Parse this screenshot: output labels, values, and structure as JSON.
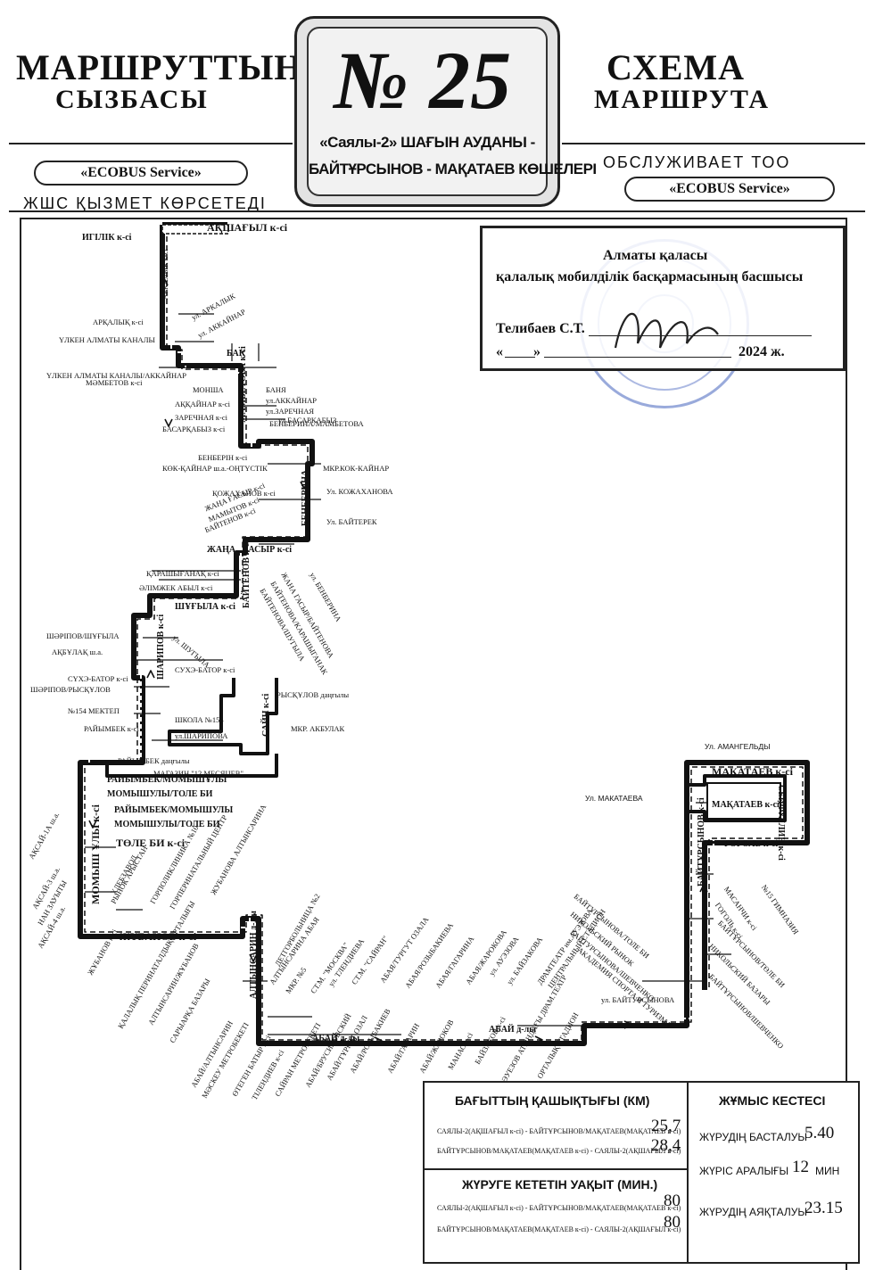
{
  "header": {
    "left_line1": "МАРШРУТТЫҢ",
    "left_line2": "СЫЗБАСЫ",
    "right_line1": "СХЕМА",
    "right_line2": "МАРШРУТА",
    "route_number": "№ 25",
    "route_desc_line1": "«Саялы-2» ШАҒЫН АУДАНЫ -",
    "route_desc_line2": "БАЙТҰРСЫНОВ - МАҚАТАЕВ КӨШЕЛЕРІ",
    "operator_left": "«ECOBUS Service»",
    "operator_left_caption": "ЖШС ҚЫЗМЕТ КӨРСЕТЕДІ",
    "operator_right_caption": "ОБСЛУЖИВАЕТ ТОО",
    "operator_right": "«ECOBUS Service»"
  },
  "approval": {
    "line1": "Алматы қаласы",
    "line2": "қалалық мобилділік басқармасының басшысы",
    "signer": "Телибаев С.Т.",
    "date_open": "«",
    "date_close": "»",
    "year": "2024 ж."
  },
  "map": {
    "labels": [
      {
        "text": "АҚШАҒЫЛ к-сі",
        "style": "bb"
      },
      {
        "text": "ИГІЛІК к-сі",
        "style": "b"
      },
      {
        "text": "ул. АРКАЛЫК",
        "style": ""
      },
      {
        "text": "ул. АККАЙНАР",
        "style": ""
      },
      {
        "text": "АРҚАЛЫҚ к-сі",
        "style": ""
      },
      {
        "text": "АРКАЛЫК к-сі",
        "style": ""
      },
      {
        "text": "ҮЛКЕН АЛМАТЫ КАНАЛЫ",
        "style": ""
      },
      {
        "text": "БАК",
        "style": "b"
      },
      {
        "text": "ҮЛКЕН АЛМАТЫ КАНАЛЫ/АККАЙНАР",
        "style": ""
      },
      {
        "text": "МӘМБЕТОВ к-сі",
        "style": ""
      },
      {
        "text": "МОНША",
        "style": ""
      },
      {
        "text": "БАНЯ",
        "style": ""
      },
      {
        "text": "АҚҚАЙНАР к-сі",
        "style": ""
      },
      {
        "text": "ул.АККАЙНАР",
        "style": ""
      },
      {
        "text": "ЗАРЕЧНАЯ к-сі",
        "style": ""
      },
      {
        "text": "ул.ЗАРЕЧНАЯ",
        "style": ""
      },
      {
        "text": "БАСАРҚАБЫЗ к-сі",
        "style": ""
      },
      {
        "text": "ул.БАСАРКАБЫЗ",
        "style": ""
      },
      {
        "text": "МАМБЕТОВА к-сі",
        "style": "b"
      },
      {
        "text": "БЕНБЕРИНА/МАМБЕТОВА",
        "style": ""
      },
      {
        "text": "БЕНБЕРІН к-сі",
        "style": ""
      },
      {
        "text": "КӨК-ҚАЙНАР ш.а.-ОҢТҮСТІК",
        "style": ""
      },
      {
        "text": "МКР.КОК-КАЙНАР",
        "style": ""
      },
      {
        "text": "ҚОЖАХАНОВ к-сі",
        "style": ""
      },
      {
        "text": "Ул. КОЖАХАНОВА",
        "style": ""
      },
      {
        "text": "ЖАҢА ҒАСЫР к-сі",
        "style": ""
      },
      {
        "text": "МАМЫТОВ к-сі",
        "style": ""
      },
      {
        "text": "БАЙТЕНОВ к-сі",
        "style": ""
      },
      {
        "text": "Ул. БАЙТЕРЕК",
        "style": ""
      },
      {
        "text": "БЕНБЕРИНА",
        "style": "b"
      },
      {
        "text": "ЖАҢА",
        "style": "b"
      },
      {
        "text": "ҒАСЫР к-сі",
        "style": "b"
      },
      {
        "text": "ҚАРАШЫҒАНАҚ к-сі",
        "style": ""
      },
      {
        "text": "ӘЛІМЖЕК АБЫЛ к-сі",
        "style": ""
      },
      {
        "text": "БАЙТЕНОВ к-сі",
        "style": "b"
      },
      {
        "text": "ул. БЕНБЕРИНА",
        "style": ""
      },
      {
        "text": "ЖАНА ГАСЫР/БАЙТЕНОВА",
        "style": ""
      },
      {
        "text": "БАЙТЕНОВА/КАРАШЫГАНАК",
        "style": ""
      },
      {
        "text": "БАЙТЕНОВА/ШУГЫЛА",
        "style": ""
      },
      {
        "text": "ШҰҒЫЛА к-сі",
        "style": "b"
      },
      {
        "text": "ШӘРІПОВ/ШҰҒЫЛА",
        "style": ""
      },
      {
        "text": "ул. ШУГЫЛА",
        "style": ""
      },
      {
        "text": "АҚБҰЛАҚ ш.а.",
        "style": ""
      },
      {
        "text": "ШАРИПОВ к-сі",
        "style": "b"
      },
      {
        "text": "СҮХЭ-БАТОР к-сі",
        "style": ""
      },
      {
        "text": "СУХЭ-БАТОР к-сі",
        "style": ""
      },
      {
        "text": "ШӘРІПОВ/РЫСҚҰЛОВ",
        "style": ""
      },
      {
        "text": "РЫСҚҰЛОВ даңғылы",
        "style": ""
      },
      {
        "text": "№154 МЕКТЕП",
        "style": ""
      },
      {
        "text": "ШКОЛА №154",
        "style": ""
      },
      {
        "text": "САЙН к-сі",
        "style": "b"
      },
      {
        "text": "МКР. АКБУЛАК",
        "style": ""
      },
      {
        "text": "РАЙЫМБЕК к-сі",
        "style": ""
      },
      {
        "text": "ул.ШАРИПОВА",
        "style": ""
      },
      {
        "text": "РАЙЫМБЕК даңғылы",
        "style": ""
      },
      {
        "text": "МАГАЗИН \"12 МЕСЯЦЕВ\"",
        "style": ""
      },
      {
        "text": "РАЙЫМБЕК/МОМЫШҰЛЫ",
        "style": "b"
      },
      {
        "text": "МОМЫШУЛЫ/ТОЛЕ БИ",
        "style": "b"
      },
      {
        "text": "РАЙЫМБЕК/МОМЫШУЛЫ",
        "style": "b"
      },
      {
        "text": "МОМЫШУЛЫ/ТОЛЕ БИ",
        "style": "b"
      },
      {
        "text": "ТӨЛЕ БИ к-сі",
        "style": "bb"
      },
      {
        "text": "МОМЫШ ҰЛЫ к-сі",
        "style": "bb"
      },
      {
        "text": "АҚСАЙ-1А ш.а.",
        "style": ""
      },
      {
        "text": "АҚСАЙ-3 ш.а.",
        "style": ""
      },
      {
        "text": "НАН ЗАУЫТЫ",
        "style": ""
      },
      {
        "text": "АҚСАЙ-4 ш.а.",
        "style": ""
      },
      {
        "text": "ХЛЕБЗАВОД",
        "style": ""
      },
      {
        "text": "РЫНОК АРЫСТАН",
        "style": ""
      },
      {
        "text": "ГОРПОЛИКЛИНИКА №10",
        "style": ""
      },
      {
        "text": "ГОРПЕРИНАТАЛЬНЫЙ ЦЕНТР",
        "style": ""
      },
      {
        "text": "ЖУБАНОВА АЛТЫНСАРИНА",
        "style": ""
      },
      {
        "text": "ЖҰБАНОВ к-сі",
        "style": "bb"
      },
      {
        "text": "ЖҰБАНОВ к-сі",
        "style": ""
      },
      {
        "text": "ҚАЛАЛЫҚ ПЕРИНАТАЛДЫҚ ОРТАЛЫҒЫ",
        "style": ""
      },
      {
        "text": "АЛТЫНСАРИН/ЖҰБАНОВ",
        "style": ""
      },
      {
        "text": "САРЫАРҚА БАЗАРЫ",
        "style": ""
      },
      {
        "text": "АЛТЫНСАРИН д-лы",
        "style": "b"
      },
      {
        "text": "ДЕТГОРБОЛЬНИЦА №2",
        "style": ""
      },
      {
        "text": "АЛТЫНСАРИНА АБАЯ",
        "style": ""
      },
      {
        "text": "МКР. №5",
        "style": ""
      },
      {
        "text": "СТ.М. \"МОСКВА\"",
        "style": ""
      },
      {
        "text": "ул. ТЛЕНДИЕВА",
        "style": ""
      },
      {
        "text": "СТ.М. \"САЙРАН\"",
        "style": ""
      },
      {
        "text": "АБАЯ/ТУРГУТ ОЗАЛА",
        "style": ""
      },
      {
        "text": "АБАЯ/РОЗЫБАКИЕВА",
        "style": ""
      },
      {
        "text": "АБАЯ/ГАГАРИНА",
        "style": ""
      },
      {
        "text": "АБАЯ/ЖАРОКОВА",
        "style": ""
      },
      {
        "text": "ул. АУЭЗОВА",
        "style": ""
      },
      {
        "text": "ул. БАЙЗАКОВА",
        "style": ""
      },
      {
        "text": "ДРАМТЕАТР им.АУЭЗОВА",
        "style": ""
      },
      {
        "text": "ЦЕНТРАЛЬНЫЙ СТАДИОН",
        "style": ""
      },
      {
        "text": "АБАЙ д-лы",
        "style": "b"
      },
      {
        "text": "АБАЙ д-лы",
        "style": "b"
      },
      {
        "text": "ул. БАЙТУРСЫНОВА",
        "style": ""
      },
      {
        "text": "АКАДЕМИЯ СПОРТА И ТУРИЗМА",
        "style": ""
      },
      {
        "text": "БАЙТУРСЫНОВА/ТОЛЕ БИ",
        "style": ""
      },
      {
        "text": "НИКОЛЬСКИЙ РЫНОК",
        "style": ""
      },
      {
        "text": "БАЙТУРСЫНОВА/ШЕВЧЕНКО",
        "style": ""
      },
      {
        "text": "Ул. МАКАТАЕВА",
        "style": "s"
      },
      {
        "text": "Ул. АМАНГЕЛЬДЫ",
        "style": "s"
      },
      {
        "text": "МАҚАТАЕВ к-сі",
        "style": "bb"
      },
      {
        "text": "МАҚАТАЕВ к-сі",
        "style": "b"
      },
      {
        "text": "СЕЙФУЛЛИН к-сі",
        "style": "b"
      },
      {
        "text": "ГОГОЛЬ к-сі",
        "style": "b"
      },
      {
        "text": "БАЙТҰРСЫНОВ к-сі",
        "style": "b"
      },
      {
        "text": "МАСАНЧИ к-сі",
        "style": ""
      },
      {
        "text": "ГОГОЛЬ к-сі",
        "style": ""
      },
      {
        "text": "№15 ГИМНАЗИЯ",
        "style": ""
      },
      {
        "text": "БАЙТҰРСЫНОВ/ТӨЛЕ БИ",
        "style": ""
      },
      {
        "text": "НИКОЛЬСКИЙ БАЗАРЫ",
        "style": ""
      },
      {
        "text": "БАЙТҰРСЫНОВ/ШЕВЧЕНКО",
        "style": ""
      },
      {
        "text": "АБАЙ/АЛТЫНСАРИН",
        "style": ""
      },
      {
        "text": "МӘСКЕУ МЕТРОБЕКЕТІ",
        "style": ""
      },
      {
        "text": "ӨТЕГЕН БАТЫР к-сі",
        "style": ""
      },
      {
        "text": "ТІЛЕНДИЕВ к-сі",
        "style": ""
      },
      {
        "text": "САЙРАН МЕТРОБЕКЕТІ",
        "style": ""
      },
      {
        "text": "АБАЙ/БРУСИЛОВСКИЙ",
        "style": ""
      },
      {
        "text": "АБАЙ/ТҰРҒҰТ ОЗАЛ",
        "style": ""
      },
      {
        "text": "АБАЙ/РОЗЫБАКИЕВ",
        "style": ""
      },
      {
        "text": "АБАЙ/ГАГАРИН",
        "style": ""
      },
      {
        "text": "АБАЙ/ЖАРОКОВ",
        "style": ""
      },
      {
        "text": "МАНАС к-сі",
        "style": ""
      },
      {
        "text": "БАЙЗАКОВ к-сі",
        "style": ""
      },
      {
        "text": "ӘУЕЗОВ АТЫНДАҒЫ ДРАМ.ТЕАТР",
        "style": ""
      },
      {
        "text": "ОРТАЛЫҚ СТАДИОН",
        "style": ""
      }
    ]
  },
  "distance": {
    "heading": "БАҒЫТТЫҢ ҚАШЫҚТЫҒЫ (КМ)",
    "rows": [
      {
        "label": "САЯЛЫ-2(АҚШАҒЫЛ к-сі) - БАЙТҰРСЫНОВ/МАҚАТАЕВ(МАҚАТАЕВ к-сі)",
        "value": "25,7"
      },
      {
        "label": "БАЙТҰРСЫНОВ/МАҚАТАЕВ(МАҚАТАЕВ к-сі) - САЯЛЫ-2(АҚШАҒЫЛ к-сі)",
        "value": "28,4"
      }
    ]
  },
  "duration": {
    "heading": "ЖҮРУГЕ КЕТЕТІН УАҚЫТ (МИН.)",
    "rows": [
      {
        "label": "САЯЛЫ-2(АҚШАҒЫЛ к-сі) - БАЙТҰРСЫНОВ/МАҚАТАЕВ(МАҚАТАЕВ к-сі)",
        "value": "80"
      },
      {
        "label": "БАЙТҰРСЫНОВ/МАҚАТАЕВ(МАҚАТАЕВ к-сі) - САЯЛЫ-2(АҚШАҒЫЛ к-сі)",
        "value": "80"
      }
    ]
  },
  "schedule": {
    "heading": "ЖҰМЫС КЕСТЕСІ",
    "start_label": "ЖҮРУДІҢ БАСТАЛУЫ",
    "start_value": "5.40",
    "interval_label": "ЖҮРІС АРАЛЫҒЫ",
    "interval_value": "12",
    "interval_unit": "МИН",
    "end_label": "ЖҮРУДІҢ АЯҚТАЛУЫ",
    "end_value": "23.15"
  }
}
